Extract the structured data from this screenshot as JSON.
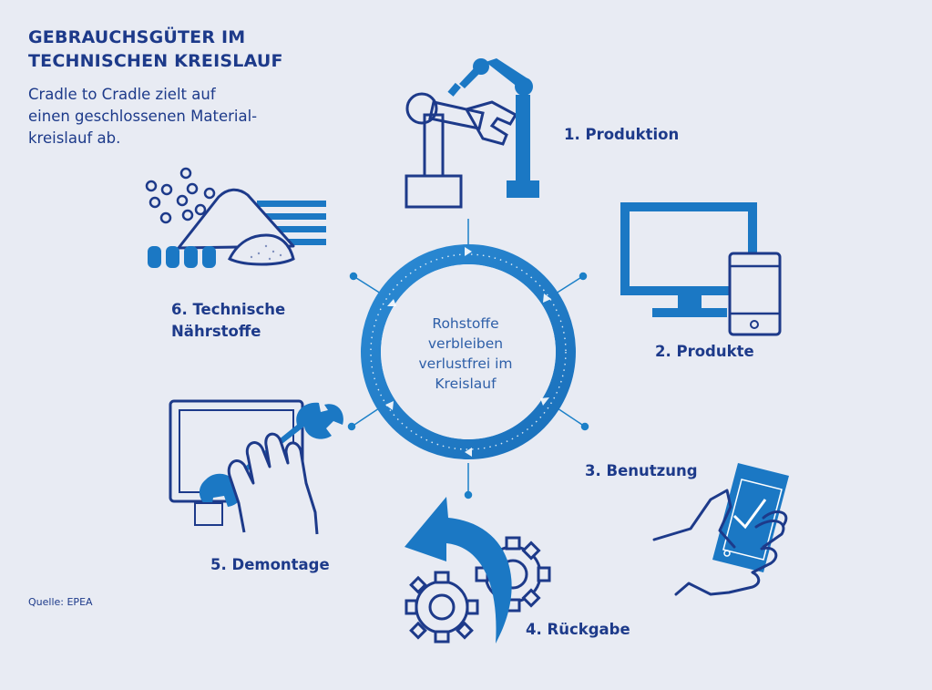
{
  "title_lines": [
    "GEBRAUCHSGÜTER IM",
    "TECHNISCHEN KREISLAUF"
  ],
  "subtitle_lines": [
    "Cradle to Cradle zielt auf",
    "einen geschlossenen Material-",
    "kreislauf ab."
  ],
  "center_lines": [
    "Rohstoffe",
    "verbleiben",
    "verlustfrei im",
    "Kreislauf"
  ],
  "stages": [
    {
      "label": "1. Produktion",
      "icon": "robot-arm-icon"
    },
    {
      "label": "2. Produkte",
      "icon": "monitor-phone-icon"
    },
    {
      "label": "3. Benutzung",
      "icon": "hand-smartphone-icon"
    },
    {
      "label": "4. Rückgabe",
      "icon": "return-arrow-gears-icon"
    },
    {
      "label": "5. Demontage",
      "icon": "hand-wrench-icon"
    },
    {
      "label": "6. Technische",
      "label_line2": "Nährstoffe",
      "icon": "granules-icon"
    }
  ],
  "source": "Quelle: EPEA",
  "colors": {
    "background": "#e8ebf3",
    "navy": "#1d3a8a",
    "blue": "#1b78c4",
    "ring": "#1c80c8"
  }
}
